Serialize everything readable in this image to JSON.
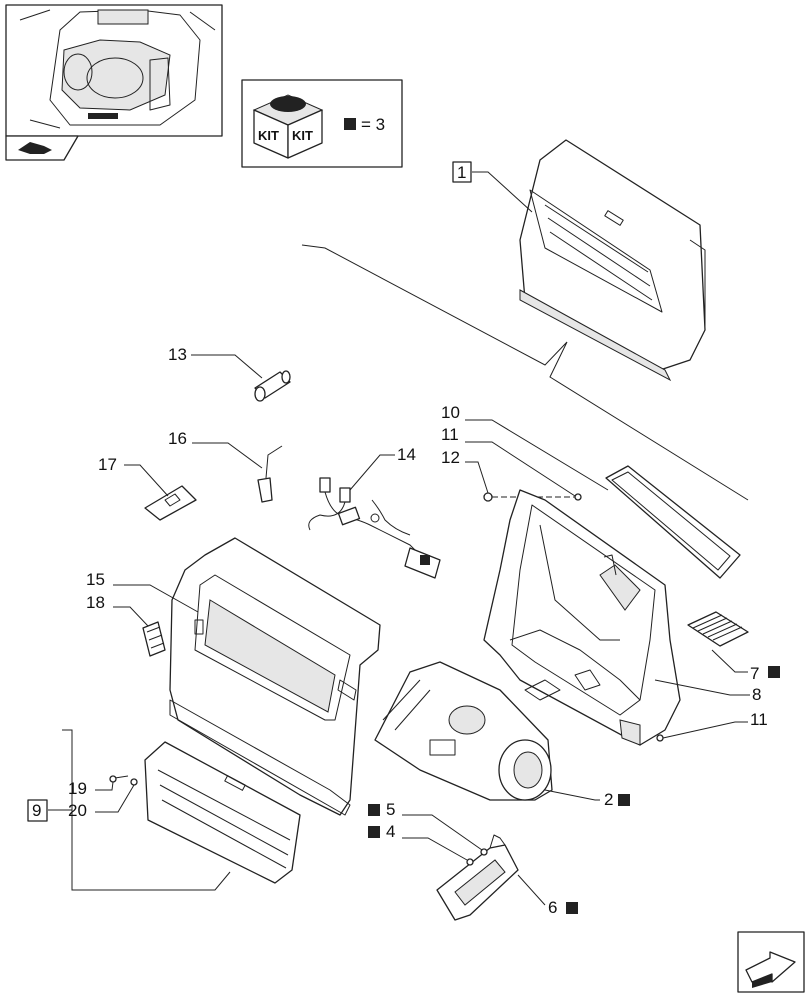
{
  "kit_legend": {
    "kit_word_left": "KIT",
    "kit_word_right": "KIT",
    "equation": "= 3"
  },
  "labels": {
    "l1": "1",
    "l2": "2",
    "l4": "4",
    "l5": "5",
    "l6": "6",
    "l7": "7",
    "l8": "8",
    "l9": "9",
    "l10": "10",
    "l11a": "11",
    "l11b": "11",
    "l12": "12",
    "l13": "13",
    "l14": "14",
    "l15": "15",
    "l16": "16",
    "l17": "17",
    "l18": "18",
    "l19": "19",
    "l20": "20"
  },
  "icons": {
    "thumbnail": "machine-cab-thumbnail",
    "nav_prev": "page-back-icon",
    "nav_next": "next-page-arrow-icon",
    "kit_box": "kit-box-icon",
    "kit_marker": "black-square"
  }
}
